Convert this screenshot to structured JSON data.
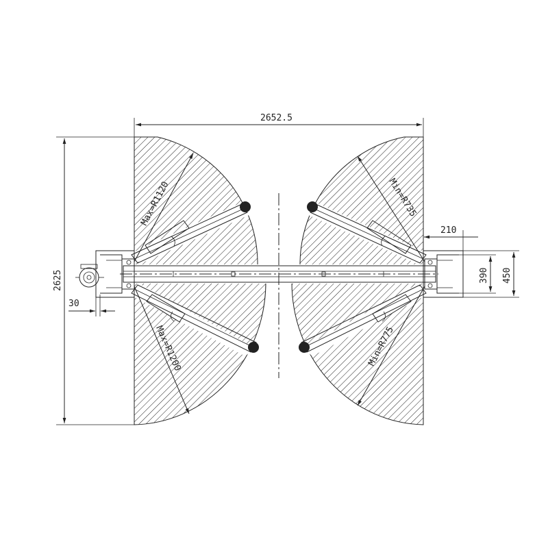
{
  "dimensions": {
    "overall_width": "2652.5",
    "overall_height": "2625",
    "offset_left": "30",
    "offset_right": "210",
    "inner_column": "390",
    "outer_column": "450"
  },
  "radius_labels": {
    "upper_left": "Max=R1120",
    "lower_left": "Max=R1200",
    "upper_right": "Min=R735",
    "lower_right": "Min=R775"
  },
  "colors": {
    "line": "#222222",
    "background": "#ffffff"
  }
}
